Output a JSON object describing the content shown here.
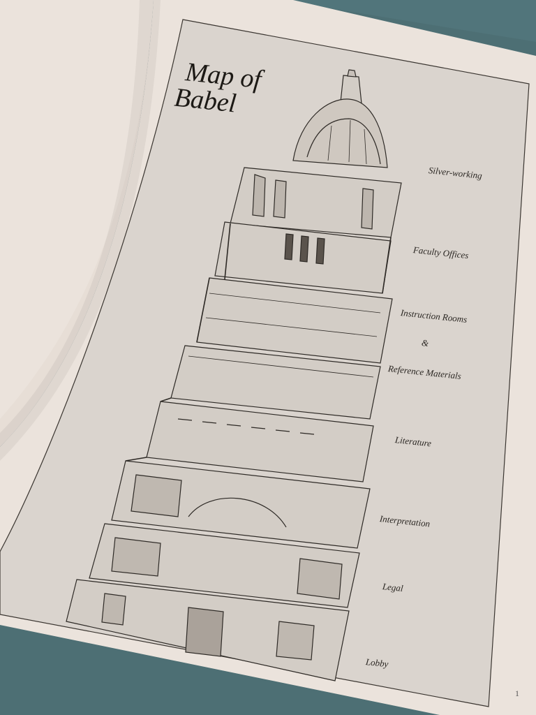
{
  "title": {
    "line1": "Map of",
    "line2": "Babel"
  },
  "floors": [
    {
      "label": "Silver-working"
    },
    {
      "label": "Faculty Offices"
    },
    {
      "label": "Instruction Rooms"
    },
    {
      "label": "&"
    },
    {
      "label": "Reference Materials"
    },
    {
      "label": "Literature"
    },
    {
      "label": "Interpretation"
    },
    {
      "label": "Legal"
    },
    {
      "label": "Lobby"
    }
  ],
  "page_number": "1",
  "colors": {
    "background_cloth": "#4d6f74",
    "page_paper": "#ebe3dc",
    "plate": "#dcd6d0",
    "ink": "#2a2622"
  }
}
